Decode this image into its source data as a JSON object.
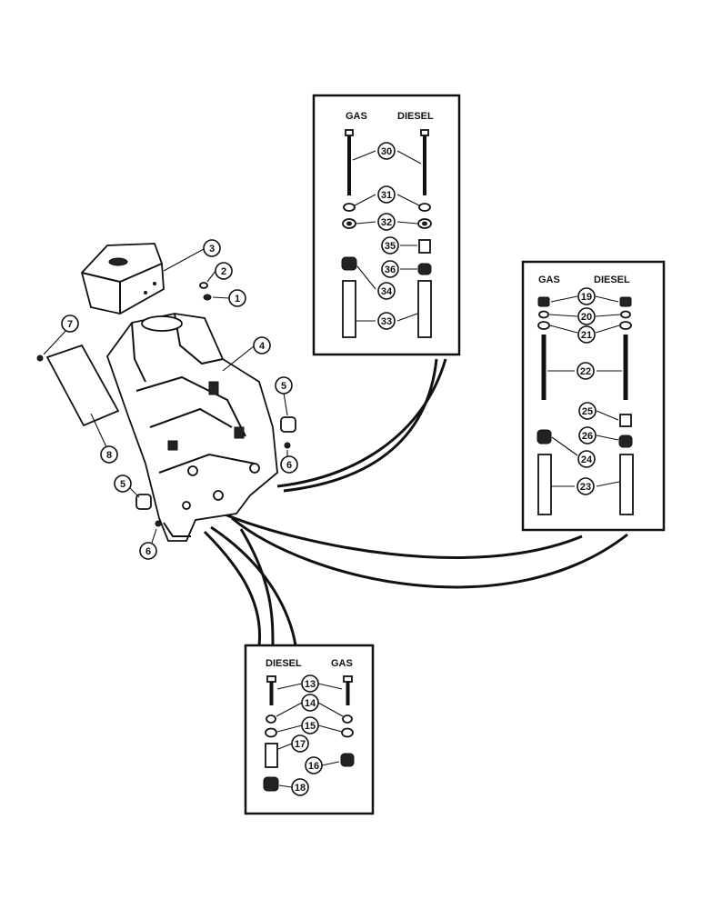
{
  "boxes": {
    "top": {
      "left_header": "GAS",
      "right_header": "DIESEL"
    },
    "right": {
      "left_header": "GAS",
      "right_header": "DIESEL"
    },
    "bottom": {
      "left_header": "DIESEL",
      "right_header": "GAS"
    }
  },
  "callouts": {
    "c1": "1",
    "c2": "2",
    "c3": "3",
    "c4": "4",
    "c5a": "5",
    "c5b": "5",
    "c6a": "6",
    "c6b": "6",
    "c7": "7",
    "c8": "8",
    "c13": "13",
    "c14": "14",
    "c15": "15",
    "c16": "16",
    "c17": "17",
    "c18": "18",
    "c19": "19",
    "c20": "20",
    "c21": "21",
    "c22": "22",
    "c23": "23",
    "c24": "24",
    "c25": "25",
    "c26": "26",
    "c30": "30",
    "c31": "31",
    "c32": "32",
    "c33": "33",
    "c34": "34",
    "c35": "35",
    "c36": "36"
  }
}
